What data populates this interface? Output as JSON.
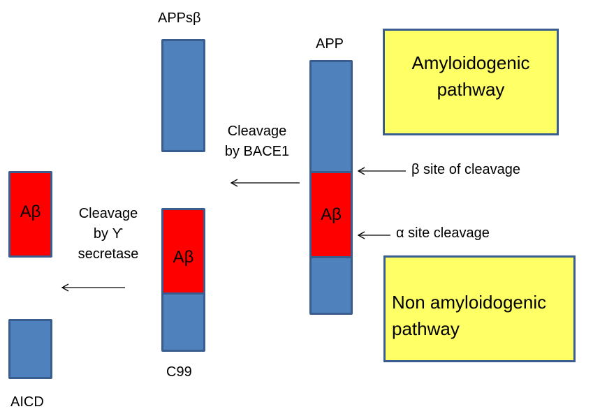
{
  "colors": {
    "protein_blue": "#4f81bd",
    "border_blue": "#3a5d8f",
    "abeta_red": "#ff0000",
    "pathway_box_yellow": "#ffff66",
    "text": "#000000"
  },
  "fragments": {
    "appsb": {
      "label": "APPsβ"
    },
    "app": {
      "label": "APP",
      "abeta_label": "Aβ"
    },
    "c99": {
      "label": "C99",
      "abeta_label": "Aβ"
    },
    "abeta_free": {
      "abeta_label": "Aβ"
    },
    "aicd": {
      "label": "AICD"
    }
  },
  "annotations": {
    "bace1_line1": "Cleavage",
    "bace1_line2": "by BACE1",
    "gamma_line1": "Cleavage",
    "gamma_line2": "by ϒ",
    "gamma_line3": "secretase",
    "beta_site": "β site of cleavage",
    "alpha_site": "α site cleavage"
  },
  "pathways": {
    "amyloidogenic_line1": "Amyloidogenic",
    "amyloidogenic_line2": "pathway",
    "non_amyloidogenic_line1": "Non amyloidogenic",
    "non_amyloidogenic_line2": "pathway"
  }
}
